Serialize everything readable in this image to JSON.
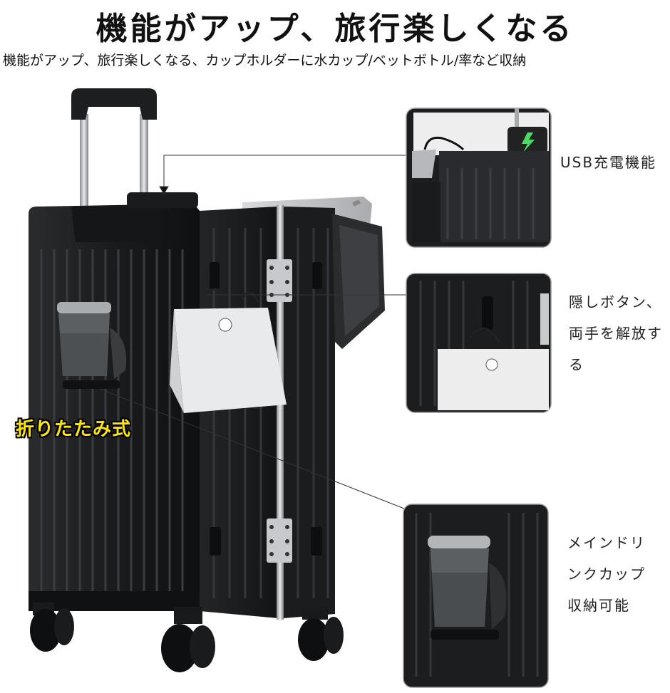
{
  "header": {
    "title": "機能がアップ、旅行楽しくなる",
    "subtitle": "機能がアップ、旅行楽しくなる、カップホルダーに水カップ/ベットボトル/率など収納"
  },
  "labels": {
    "foldable": "折りたたみ式"
  },
  "callouts": {
    "usb": [
      "USB充電機能"
    ],
    "hidden_button": [
      "隠しボタン、",
      "両手を解放す",
      "る"
    ],
    "cup_holder": [
      "メインドリ",
      "ンクカップ",
      "収納可能"
    ]
  },
  "colors": {
    "suitcase": "#1c1d1f",
    "frame": "#c9ccd0",
    "accent_label": "#ffe600",
    "cup": "#5c5f61"
  }
}
